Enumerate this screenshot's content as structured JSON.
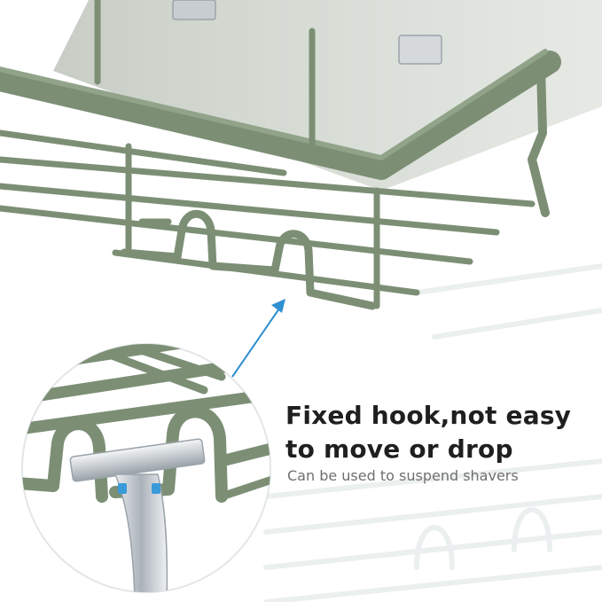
{
  "callout": {
    "headline_line1": "Fixed hook,not easy",
    "headline_line2": "to move or drop",
    "subtitle": "Can be used to suspend shavers"
  },
  "colors": {
    "rack_green": "#7c8f75",
    "rack_shadow": "#5f7358",
    "arrow_blue": "#2f8fcf",
    "razor_band_blue": "#3a9ad9",
    "text_dark": "#1f1f1f",
    "text_gray": "#6f6f6f"
  },
  "icons": {
    "pointer": "arrow-icon"
  }
}
